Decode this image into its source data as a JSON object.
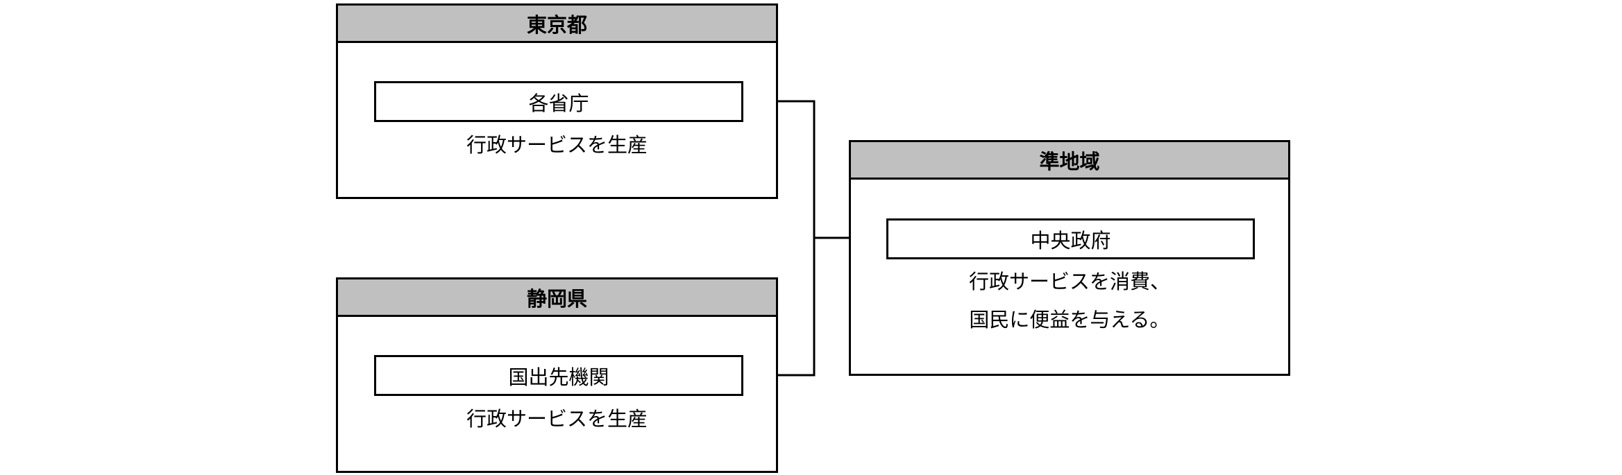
{
  "regions": {
    "tokyo": {
      "title": "東京都",
      "actor": "各省庁",
      "caption": "行政サービスを生産"
    },
    "shizuoka": {
      "title": "静岡県",
      "actor": "国出先機関",
      "caption": "行政サービスを生産"
    },
    "jun": {
      "title": "準地域",
      "actor": "中央政府",
      "caption_line1": "行政サービスを消費、",
      "caption_line2": "国民に便益を与える。"
    }
  }
}
